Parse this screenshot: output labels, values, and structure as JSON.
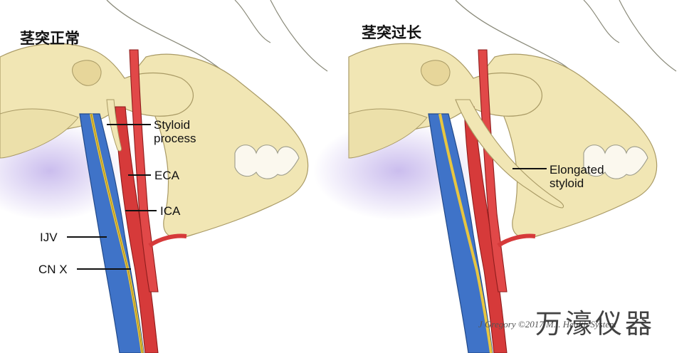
{
  "panels": {
    "left": {
      "title": "茎突正常",
      "labels": {
        "styloid": "Styloid process",
        "eca": "ECA",
        "ica": "ICA",
        "ijv": "IJV",
        "cnx": "CN X"
      }
    },
    "right": {
      "title": "茎突过长",
      "labels": {
        "elongated": "Elongated styloid"
      }
    }
  },
  "credit": "J Gregory ©2017 M... Health System",
  "watermark": "万濠仪器",
  "colors": {
    "bone": "#f1e6b4",
    "bone_shadow": "#d9c98d",
    "vein": "#3f73c8",
    "artery": "#d63a3a",
    "nerve": "#e8c640",
    "halo": "#b9a7e8"
  }
}
